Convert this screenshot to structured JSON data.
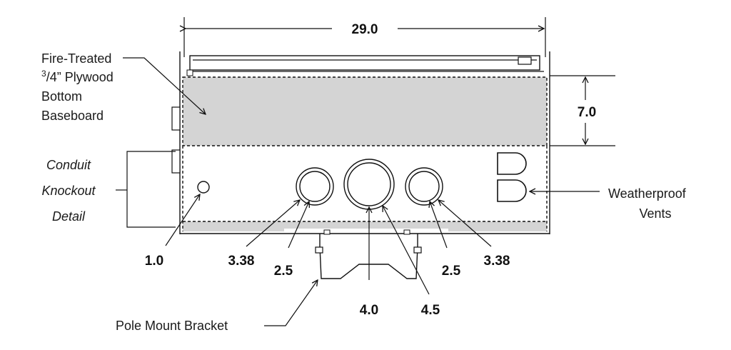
{
  "dimensions": {
    "width": "29.0",
    "baseboard_height": "7.0"
  },
  "labels": {
    "baseboard_line1": "Fire-Treated",
    "baseboard_line2_sup": "3",
    "baseboard_line2_rest": "/4” Plywood",
    "baseboard_line3": "Bottom",
    "baseboard_line4": "Baseboard",
    "conduit_line1": "Conduit",
    "conduit_line2": "Knockout",
    "conduit_line3": "Detail",
    "vents_line1": "Weatherproof",
    "vents_line2": "Vents",
    "bracket": "Pole Mount Bracket"
  },
  "knockouts": {
    "small": "1.0",
    "left_outer": "3.38",
    "left_inner": "2.5",
    "center_inner": "4.0",
    "center_outer": "4.5",
    "right_inner": "2.5",
    "right_outer": "3.38"
  },
  "colors": {
    "baseboard_fill": "#d4d4d4",
    "line": "#111111"
  }
}
